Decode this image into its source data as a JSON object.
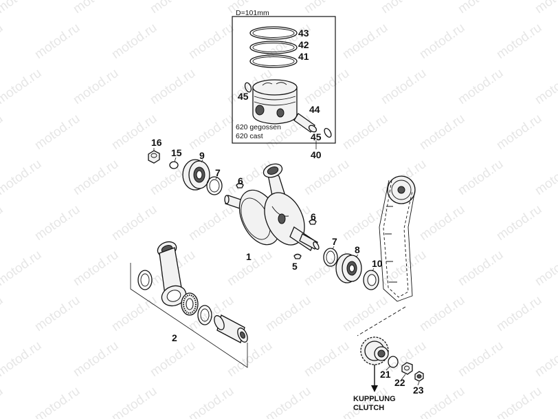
{
  "watermark": "motod.ru",
  "piston_box": {
    "diameter": "D=101mm",
    "variant_de": "620 gegossen",
    "variant_en": "620 cast"
  },
  "labels": {
    "p1": "1",
    "p2": "2",
    "p5": "5",
    "p6a": "6",
    "p6b": "6",
    "p7a": "7",
    "p7b": "7",
    "p8": "8",
    "p9": "9",
    "p10": "10",
    "p15": "15",
    "p16": "16",
    "p21": "21",
    "p22": "22",
    "p23": "23",
    "p40": "40",
    "p41": "41",
    "p42": "42",
    "p43": "43",
    "p44": "44",
    "p45a": "45",
    "p45b": "45"
  },
  "clutch": {
    "label_de": "KUPPLUNG",
    "label_en": "CLUTCH"
  }
}
